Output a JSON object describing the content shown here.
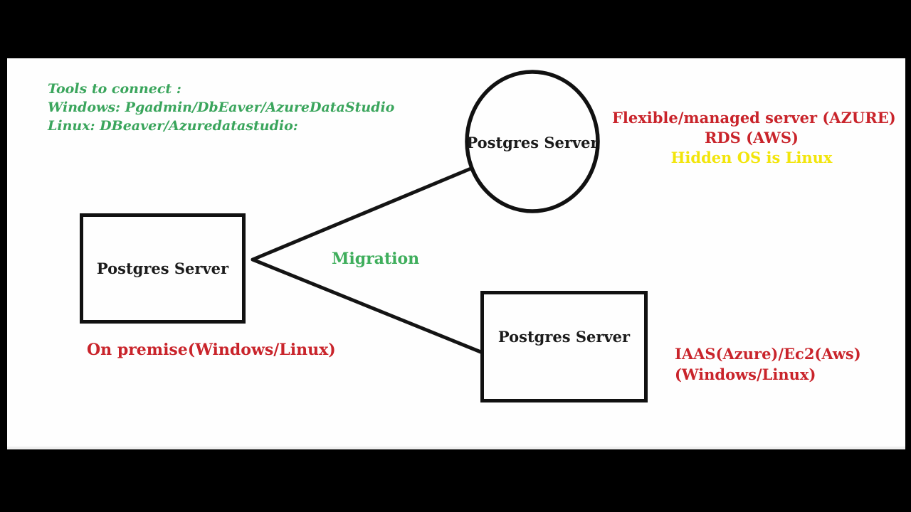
{
  "colors": {
    "green": "#3aa55c",
    "red": "#c9242b",
    "yellow": "#f2e50b",
    "ink": "#111111",
    "letterbox": "#000000",
    "canvas": "#fefefe"
  },
  "tools_note": {
    "line1": "Tools to connect :",
    "line2": "Windows: Pgadmin/DbEaver/AzureDataStudio",
    "line3": "Linux: DBeaver/Azuredatastudio:"
  },
  "edge": {
    "label": "Migration"
  },
  "source_node": {
    "label": "Postgres Server",
    "caption": "On premise(Windows/Linux)"
  },
  "managed_node": {
    "label": "Postgres Server",
    "caption_line1": "Flexible/managed server (AZURE)",
    "caption_line2": "RDS (AWS)",
    "caption_line3": "Hidden OS is Linux"
  },
  "iaas_node": {
    "label": "Postgres Server",
    "caption_line1": "IAAS(Azure)/Ec2(Aws)",
    "caption_line2": "(Windows/Linux)"
  }
}
